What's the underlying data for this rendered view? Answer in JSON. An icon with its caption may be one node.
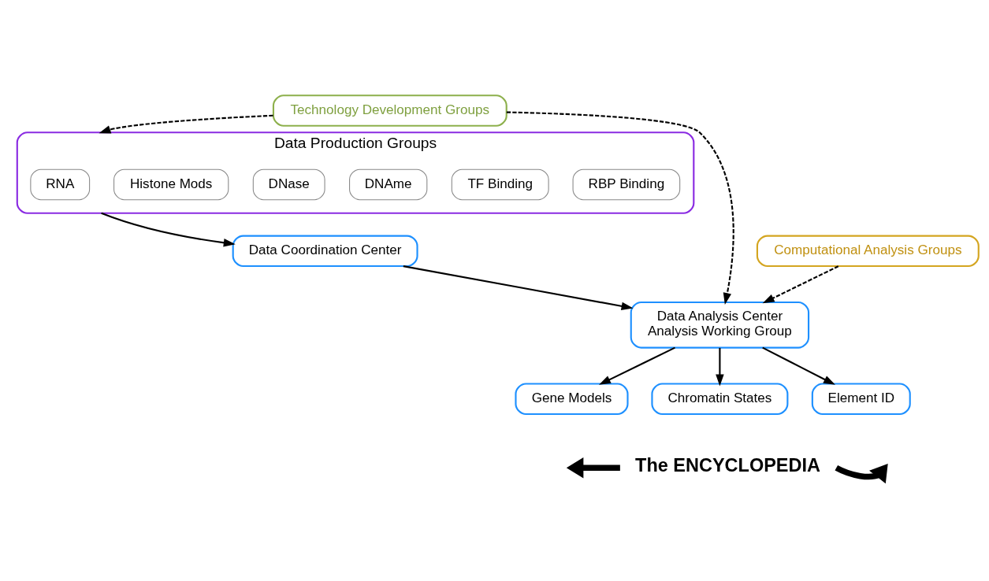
{
  "diagram": {
    "nodes": [
      {
        "text": [
          "Data Production Groups"
        ]
      },
      {
        "text": [
          "RNA"
        ],
        "in": 0
      },
      {
        "text": [
          "Histone Mods"
        ],
        "in": 0
      },
      {
        "text": [
          "DNase"
        ],
        "in": 0
      },
      {
        "text": [
          "DNAme"
        ],
        "in": 0
      },
      {
        "text": [
          "TF Binding"
        ],
        "in": 0
      },
      {
        "text": [
          "RBP Binding"
        ],
        "in": 0
      },
      {
        "text": [
          "Data Coordination Center"
        ]
      },
      {
        "text": [
          "Technology Development Groups"
        ]
      },
      {
        "text": [
          "Data Analysis Center",
          "Analysis Working Group"
        ]
      },
      {
        "text": [
          "Computational Analysis Groups"
        ]
      },
      {
        "text": [
          "Gene Models"
        ]
      },
      {
        "text": [
          "Chromatin States"
        ]
      },
      {
        "text": [
          "Element ID"
        ]
      },
      {
        "text": [
          "The ENCYCLOPEDIA"
        ]
      }
    ],
    "edges": [
      {
        "from": 0,
        "to": 7,
        "arrow": "to"
      },
      {
        "from": 7,
        "to": 9,
        "arrow": "to"
      },
      {
        "from": 8,
        "to": 0,
        "arrow": "to",
        "style": "dashed"
      },
      {
        "from": 8,
        "to": 9,
        "arrow": "to",
        "style": "dashed"
      },
      {
        "from": 10,
        "to": 9,
        "arrow": "to",
        "style": "dashed"
      },
      {
        "from": 9,
        "to": 11,
        "arrow": "to"
      },
      {
        "from": 9,
        "to": 12,
        "arrow": "to"
      },
      {
        "from": 9,
        "to": 13,
        "arrow": "to"
      },
      {
        "from": 14,
        "to": null,
        "arrow": "to",
        "style": "thick"
      },
      {
        "from": 14,
        "to": null,
        "arrow": "to",
        "style": "thick"
      }
    ]
  }
}
